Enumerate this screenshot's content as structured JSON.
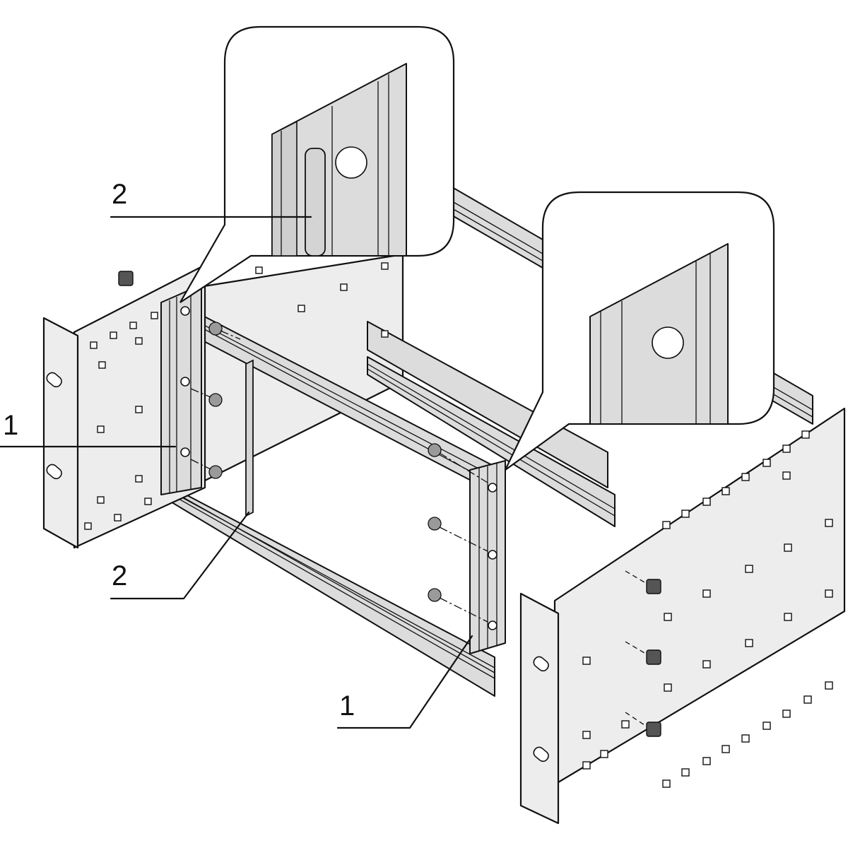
{
  "callouts": [
    {
      "id": "label-2-top",
      "text": "2"
    },
    {
      "id": "label-1-left",
      "text": "1"
    },
    {
      "id": "label-2-bottom",
      "text": "2"
    },
    {
      "id": "label-1-bottom",
      "text": "1"
    }
  ],
  "colors": {
    "line": "#111111",
    "panel_fill": "#ededed",
    "rail_fill": "#dcdcdc",
    "strip_fill": "#d4d4d4",
    "background": "#ffffff"
  },
  "icons": [
    "cage-nut-icon",
    "screw-icon",
    "guide-strip-icon"
  ]
}
